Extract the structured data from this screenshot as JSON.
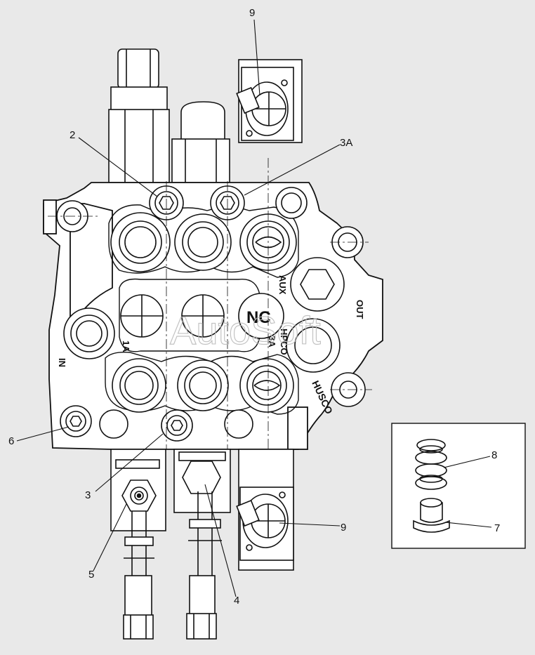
{
  "drawing": {
    "callouts": {
      "c9_top": "9",
      "c2": "2",
      "c3a": "3A",
      "c6": "6",
      "c3": "3",
      "c5": "5",
      "c4": "4",
      "c9_bottom": "9",
      "c8": "8",
      "c7": "7"
    },
    "stamps": {
      "nc": "NC",
      "aux": "AUX",
      "out": "OUT",
      "hpco": "HPCO",
      "port_3a": "3A",
      "port_1a": "1A",
      "in": "IN",
      "brand": "HUSCO"
    },
    "watermark": "AutoSoft"
  }
}
